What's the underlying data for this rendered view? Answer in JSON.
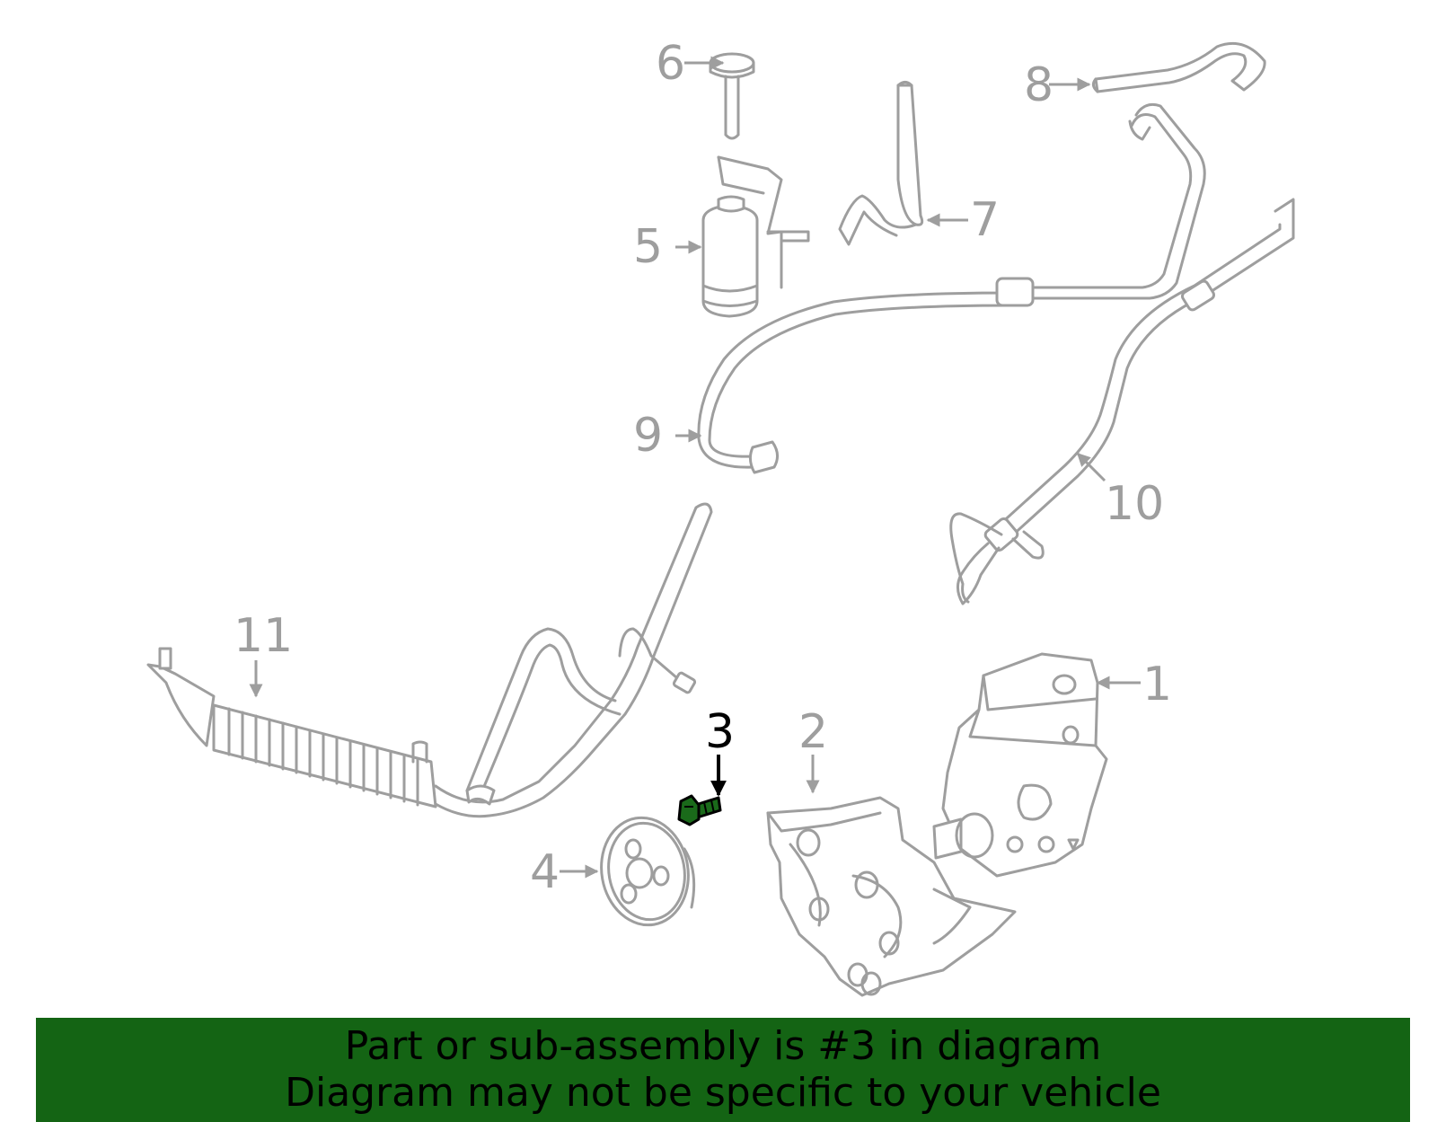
{
  "highlighted_part": "3",
  "colors": {
    "banner_background": "#146414",
    "banner_text": "#000000",
    "highlight_part": "#1a6a1a",
    "parts_outline": "#9e9e9e"
  },
  "part_labels": [
    "1",
    "2",
    "3",
    "4",
    "5",
    "6",
    "7",
    "8",
    "9",
    "10",
    "11"
  ],
  "banner": {
    "line1": "Part or sub-assembly is #3 in diagram",
    "line2": "Diagram may not be specific to your vehicle"
  }
}
